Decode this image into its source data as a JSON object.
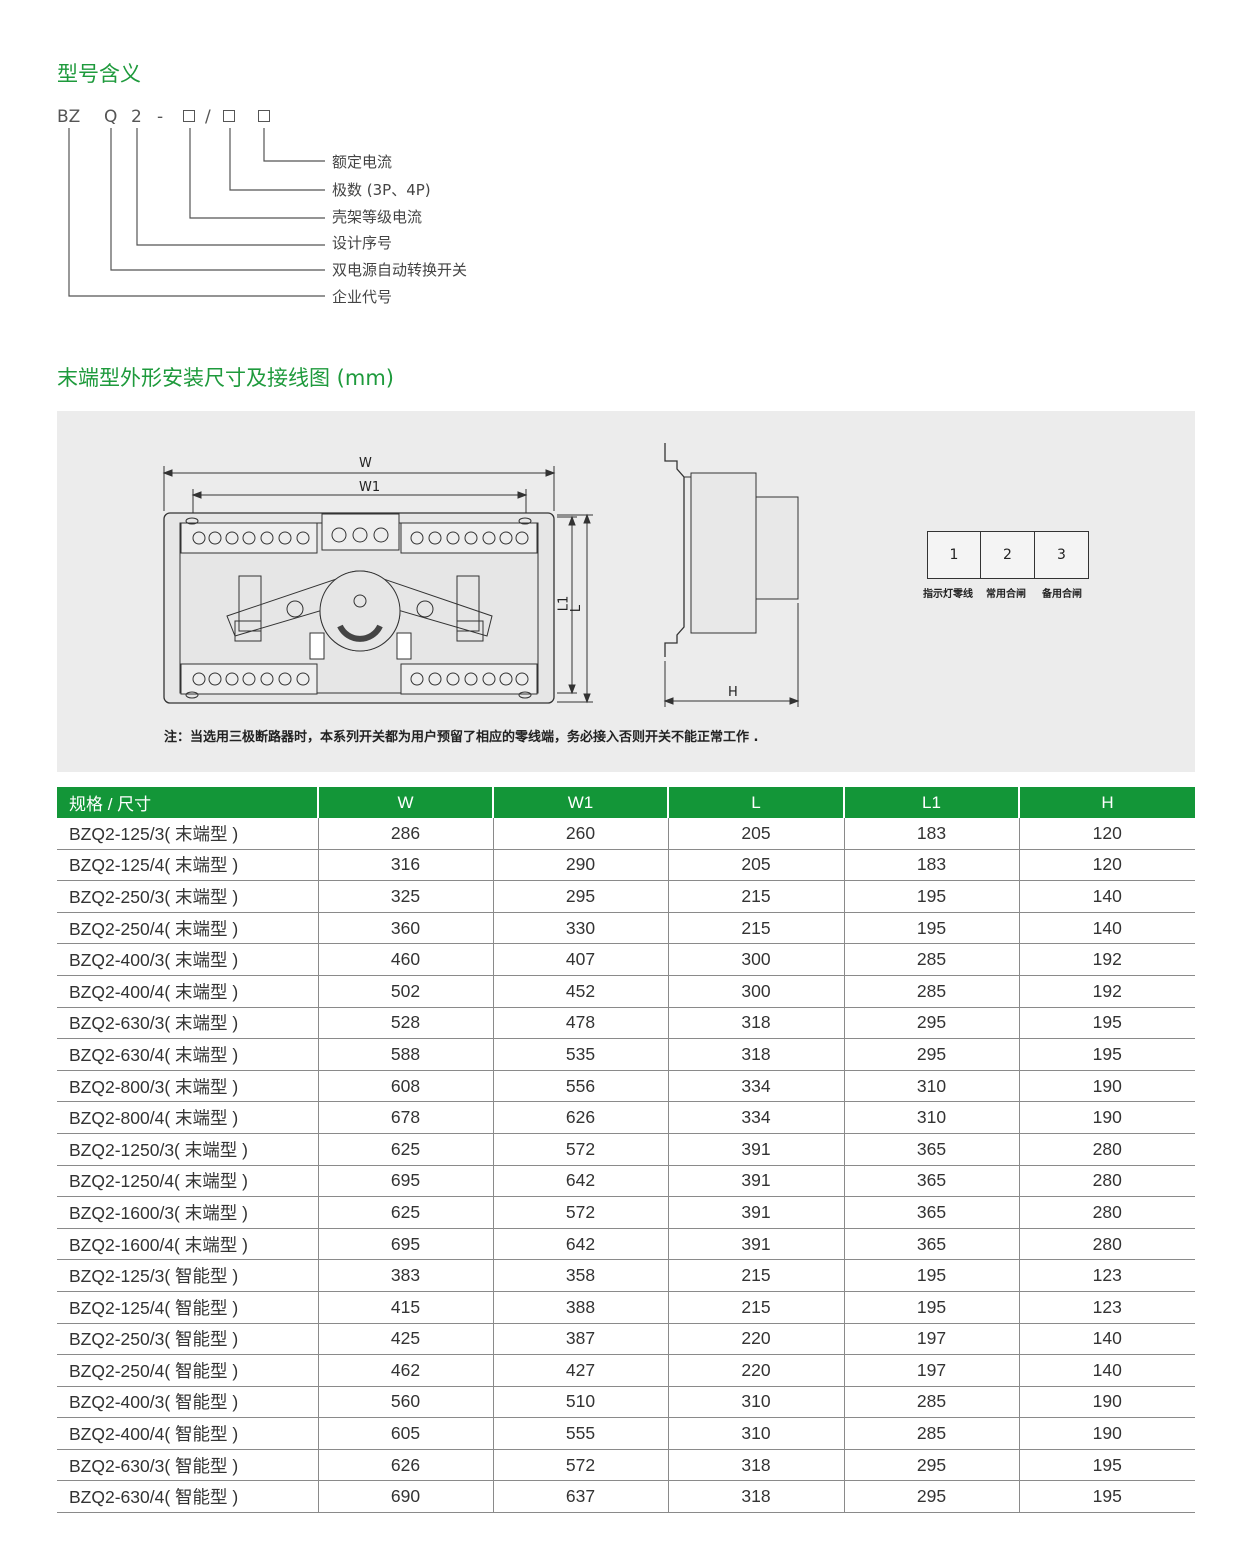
{
  "section1": {
    "title": "型号含义",
    "code": {
      "c1": "BZ",
      "c2": "Q",
      "c3": "2",
      "c4": "-",
      "c5": "/"
    },
    "labels": [
      "额定电流",
      "极数 (3P、4P)",
      "壳架等级电流",
      "设计序号",
      "双电源自动转换开关",
      "企业代号"
    ]
  },
  "section2": {
    "title": "末端型外形安装尺寸及接线图 (mm)",
    "dims": {
      "w": "W",
      "w1": "W1",
      "l1": "L1",
      "l": "L",
      "h": "H"
    },
    "terminals": [
      {
        "num": "1",
        "label": "指示灯零线"
      },
      {
        "num": "2",
        "label": "常用合闸"
      },
      {
        "num": "3",
        "label": "备用合闸"
      }
    ],
    "note": "注：当选用三极断路器时，本系列开关都为用户预留了相应的零线端，务必接入否则开关不能正常工作 ."
  },
  "table": {
    "headers": [
      "规格 / 尺寸",
      "W",
      "W1",
      "L",
      "L1",
      "H"
    ],
    "rows": [
      [
        "BZQ2-125/3( 末端型 )",
        "286",
        "260",
        "205",
        "183",
        "120"
      ],
      [
        "BZQ2-125/4( 末端型 )",
        "316",
        "290",
        "205",
        "183",
        "120"
      ],
      [
        "BZQ2-250/3( 末端型 )",
        "325",
        "295",
        "215",
        "195",
        "140"
      ],
      [
        "BZQ2-250/4( 末端型 )",
        "360",
        "330",
        "215",
        "195",
        "140"
      ],
      [
        "BZQ2-400/3( 末端型 )",
        "460",
        "407",
        "300",
        "285",
        "192"
      ],
      [
        "BZQ2-400/4( 末端型 )",
        "502",
        "452",
        "300",
        "285",
        "192"
      ],
      [
        "BZQ2-630/3( 末端型 )",
        "528",
        "478",
        "318",
        "295",
        "195"
      ],
      [
        "BZQ2-630/4( 末端型 )",
        "588",
        "535",
        "318",
        "295",
        "195"
      ],
      [
        "BZQ2-800/3( 末端型 )",
        "608",
        "556",
        "334",
        "310",
        "190"
      ],
      [
        "BZQ2-800/4( 末端型 )",
        "678",
        "626",
        "334",
        "310",
        "190"
      ],
      [
        "BZQ2-1250/3( 末端型 )",
        "625",
        "572",
        "391",
        "365",
        "280"
      ],
      [
        "BZQ2-1250/4( 末端型 )",
        "695",
        "642",
        "391",
        "365",
        "280"
      ],
      [
        "BZQ2-1600/3( 末端型 )",
        "625",
        "572",
        "391",
        "365",
        "280"
      ],
      [
        "BZQ2-1600/4( 末端型 )",
        "695",
        "642",
        "391",
        "365",
        "280"
      ],
      [
        "BZQ2-125/3( 智能型 )",
        "383",
        "358",
        "215",
        "195",
        "123"
      ],
      [
        "BZQ2-125/4( 智能型 )",
        "415",
        "388",
        "215",
        "195",
        "123"
      ],
      [
        "BZQ2-250/3( 智能型 )",
        "425",
        "387",
        "220",
        "197",
        "140"
      ],
      [
        "BZQ2-250/4( 智能型 )",
        "462",
        "427",
        "220",
        "197",
        "140"
      ],
      [
        "BZQ2-400/3( 智能型 )",
        "560",
        "510",
        "310",
        "285",
        "190"
      ],
      [
        "BZQ2-400/4( 智能型 )",
        "605",
        "555",
        "310",
        "285",
        "190"
      ],
      [
        "BZQ2-630/3( 智能型 )",
        "626",
        "572",
        "318",
        "295",
        "195"
      ],
      [
        "BZQ2-630/4( 智能型 )",
        "690",
        "637",
        "318",
        "295",
        "195"
      ]
    ]
  }
}
